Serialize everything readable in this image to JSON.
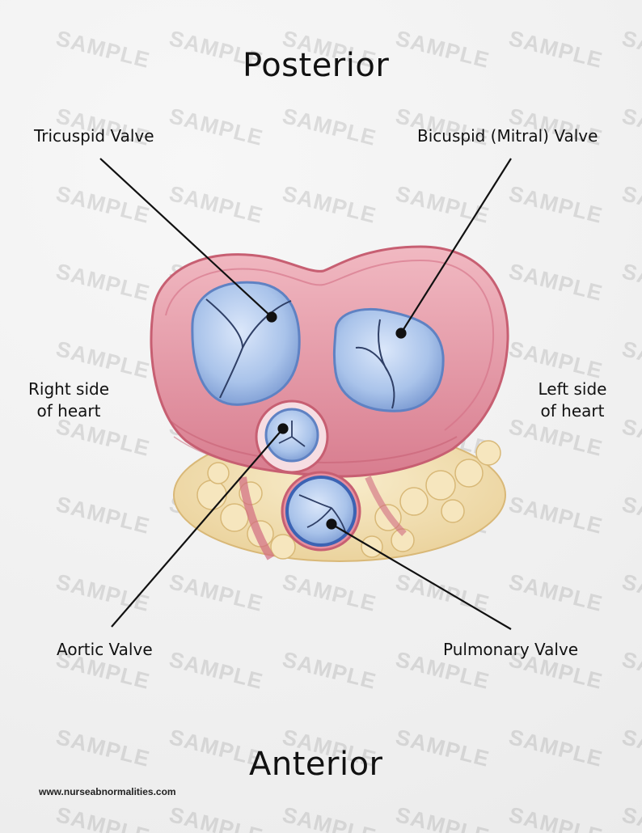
{
  "title_top": "Posterior",
  "title_bottom": "Anterior",
  "watermark_text": "SAMPLE",
  "labels": {
    "tricuspid": "Tricuspid Valve",
    "bicuspid": "Bicuspid (Mitral) Valve",
    "aortic": "Aortic Valve",
    "pulmonary": "Pulmonary Valve",
    "right_side": "Right side of heart",
    "left_side": "Left side of heart"
  },
  "footer_url": "www.nurseabnormalities.com",
  "colors": {
    "muscle": "#e7a0ab",
    "muscle_dark": "#c75f72",
    "valve": "#a9c3ea",
    "valve_dark": "#5f82c3",
    "fat": "#f3e3b8",
    "line": "#111111"
  }
}
